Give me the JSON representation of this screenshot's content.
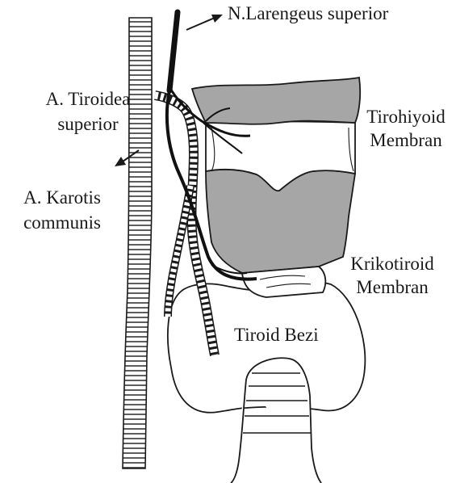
{
  "labels": {
    "nerve": "N.Larengeus superior",
    "artery_thyroid_line1": "A. Tiroidea",
    "artery_thyroid_line2": "superior",
    "thyrohyoid_line1": "Tirohiyoid",
    "thyrohyoid_line2": "Membran",
    "carotid_line1": "A. Karotis",
    "carotid_line2": "communis",
    "cricothyroid_line1": "Krikotiroid",
    "cricothyroid_line2": "Membran",
    "gland": "Tiroid Bezi"
  },
  "colors": {
    "outline": "#1a1a1a",
    "shaded_membrane": "#a6a6a6",
    "background": "#ffffff"
  }
}
